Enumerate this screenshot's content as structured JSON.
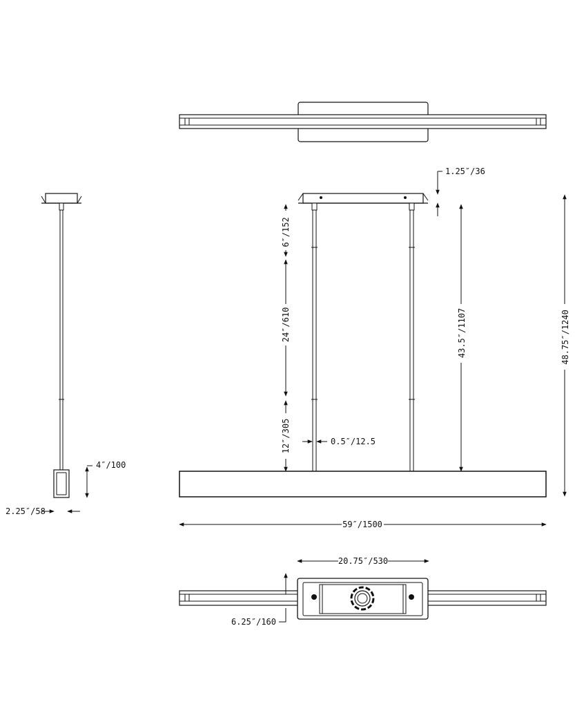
{
  "dimensions": {
    "canopy_height": "1.25″/36",
    "upper_rod": "6″/152",
    "middle_rod": "24″/610",
    "lower_rod": "12″/305",
    "rod_diameter": "0.5″/12.5",
    "drop_to_fixture": "43.5″/1107",
    "overall_height": "48.75″/1240",
    "fixture_length": "59″/1500",
    "fixture_height": "4″/100",
    "fixture_depth": "2.25″/58",
    "canopy_length": "20.75″/530",
    "canopy_width": "6.25″/160"
  }
}
